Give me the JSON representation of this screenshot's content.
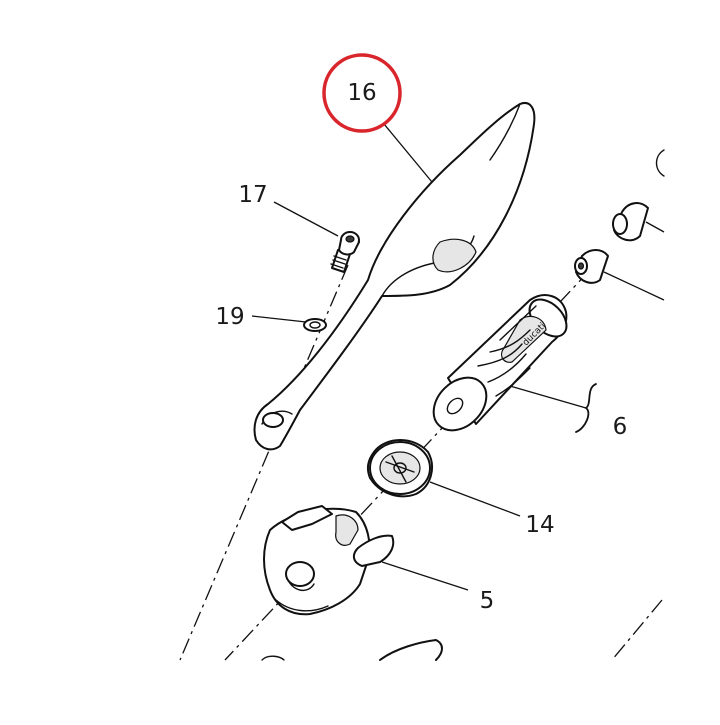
{
  "diagram": {
    "highlight_color": "#d9262c",
    "line_color": "#111111",
    "callouts": [
      {
        "id": "callout-16",
        "label": "16",
        "highlighted": true
      },
      {
        "id": "callout-17",
        "label": "17",
        "highlighted": false
      },
      {
        "id": "callout-19",
        "label": "19",
        "highlighted": false
      },
      {
        "id": "callout-6",
        "label": "6",
        "highlighted": false
      },
      {
        "id": "callout-14",
        "label": "14",
        "highlighted": false
      },
      {
        "id": "callout-5",
        "label": "5",
        "highlighted": false
      }
    ],
    "grip_brand_text": "ducati"
  }
}
